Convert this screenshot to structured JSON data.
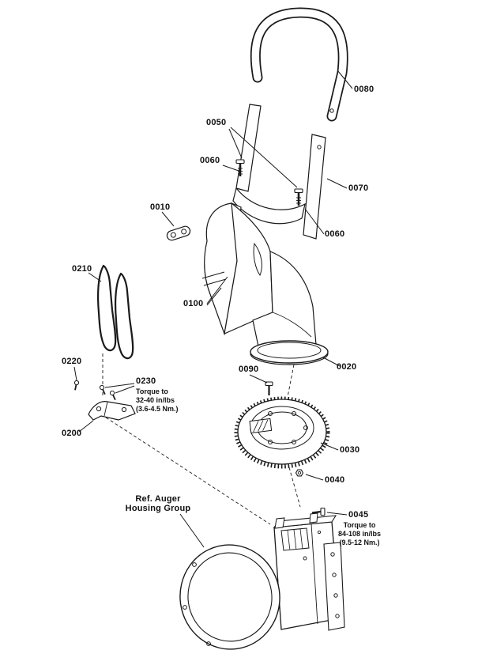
{
  "labels": {
    "p0010": "0010",
    "p0020": "0020",
    "p0030": "0030",
    "p0040": "0040",
    "p0045": "0045",
    "p0050": "0050",
    "p0060a": "0060",
    "p0060b": "0060",
    "p0070": "0070",
    "p0080": "0080",
    "p0090": "0090",
    "p0100": "0100",
    "p0200": "0200",
    "p0210": "0210",
    "p0220": "0220",
    "p0230": "0230",
    "ref_auger_line1": "Ref. Auger",
    "ref_auger_line2": "Housing Group"
  },
  "notes": {
    "torque_0230": {
      "l1": "Torque to",
      "l2": "32-40 in/lbs",
      "l3": "(3.6-4.5 Nm.)"
    },
    "torque_0045": {
      "l1": "Torque to",
      "l2": "84-108 in/lbs",
      "l3": "(9.5-12 Nm.)"
    }
  },
  "colors": {
    "line": "#1a1a1a",
    "background": "#ffffff"
  }
}
